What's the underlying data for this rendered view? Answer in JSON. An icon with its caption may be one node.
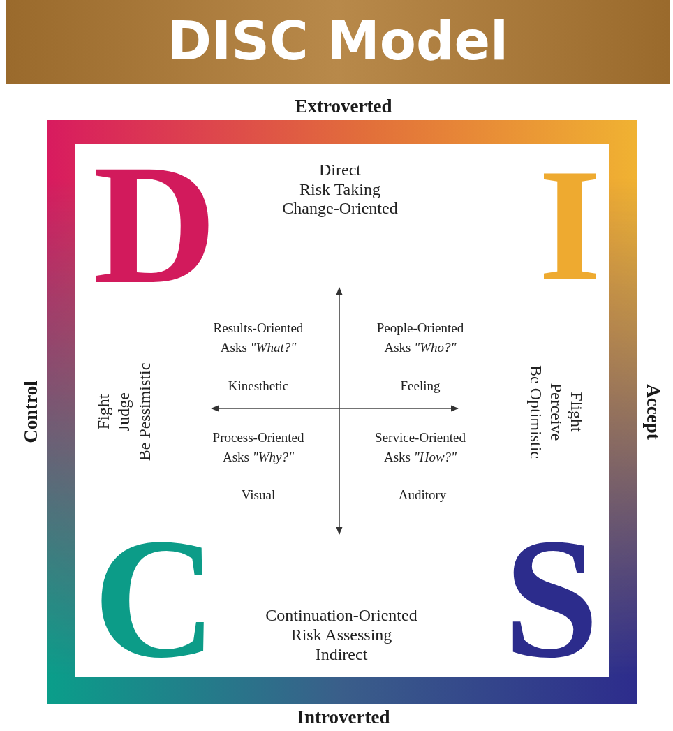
{
  "diagram": {
    "title": "DISC Model",
    "labels": [
      "Extroverted",
      "D",
      "Direct",
      "Risk Taking",
      "Change-Oriented",
      "I",
      "Control",
      "Fight",
      "Judge",
      "Be Pessimistic",
      "Results-Oriented",
      "Asks *\"What?\"*",
      "People-Oriented",
      "Asks *\"Who?\"*",
      "Kinesthetic",
      "Feeling",
      "Flight",
      "Perceive",
      "Be Optimistic",
      "Accept",
      "Process-Oriented",
      "Asks *\"Why?\"*",
      "Service-Oriented",
      "Asks *\"How?\"*",
      "Visual",
      "Auditory",
      "C",
      "S",
      "Continuation-Oriented",
      "Risk Assessing",
      "Indirect",
      "Introverted"
    ]
  }
}
